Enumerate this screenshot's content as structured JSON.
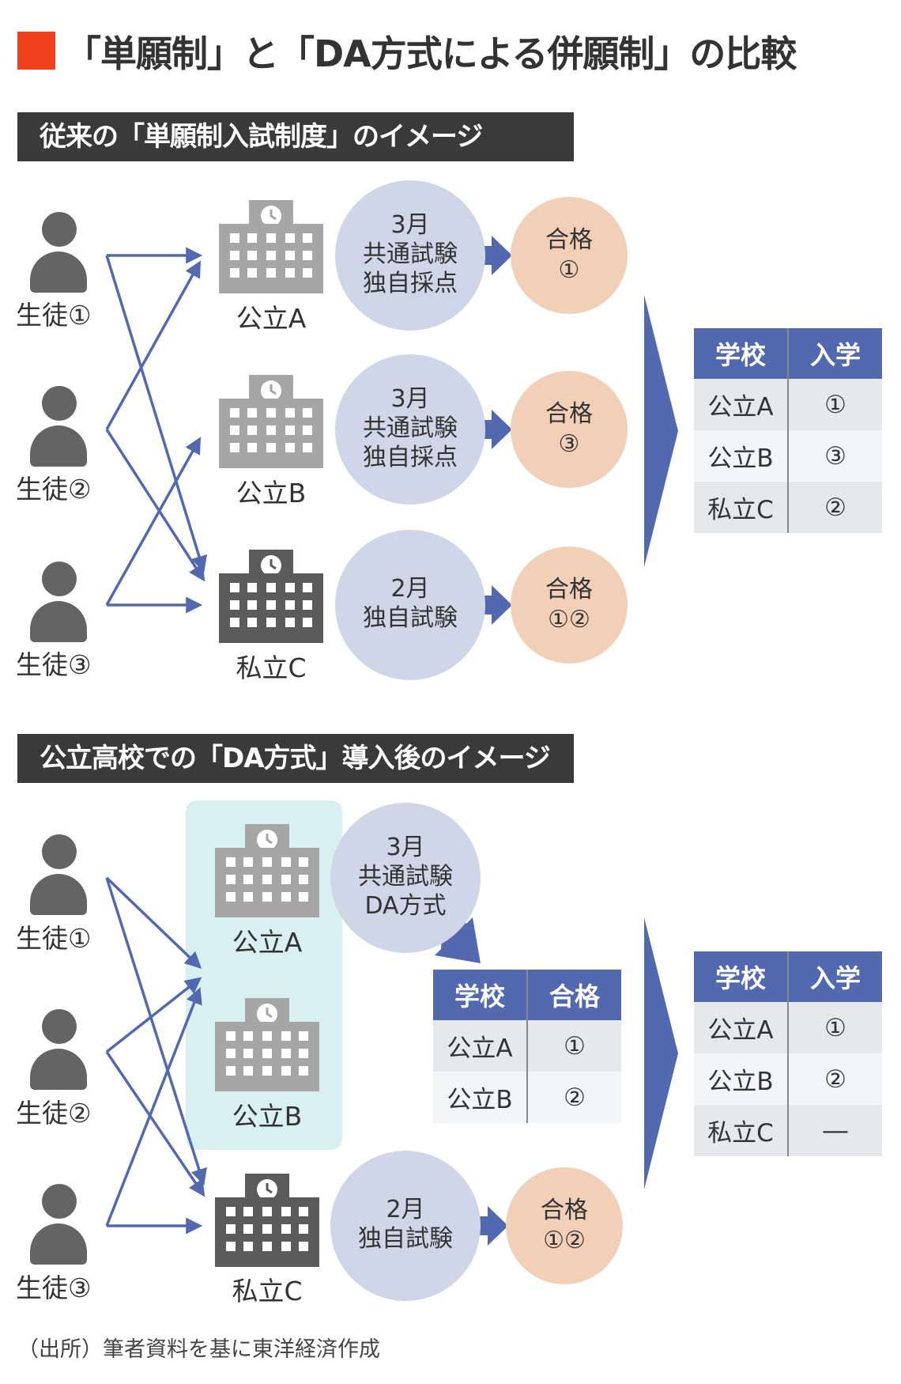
{
  "title": "「単願制」と「DA方式による併願制」の比較",
  "section1": {
    "label": "従来の「単願制入試制度」のイメージ",
    "students": [
      "生徒①",
      "生徒②",
      "生徒③"
    ],
    "schools": [
      "公立A",
      "公立B",
      "私立C"
    ],
    "exams": [
      [
        "3月",
        "共通試験",
        "独自採点"
      ],
      [
        "3月",
        "共通試験",
        "独自採点"
      ],
      [
        "2月",
        "独自試験"
      ]
    ],
    "passes": [
      [
        "合格",
        "①"
      ],
      [
        "合格",
        "③"
      ],
      [
        "合格",
        "①②"
      ]
    ],
    "result_table": {
      "headers": [
        "学校",
        "入学"
      ],
      "rows": [
        [
          "公立A",
          "①"
        ],
        [
          "公立B",
          "③"
        ],
        [
          "私立C",
          "②"
        ]
      ]
    }
  },
  "section2": {
    "label": "公立高校での「DA方式」導入後のイメージ",
    "students": [
      "生徒①",
      "生徒②",
      "生徒③"
    ],
    "schools": [
      "公立A",
      "公立B",
      "私立C"
    ],
    "exams": [
      [
        "3月",
        "共通試験",
        "DA方式"
      ],
      [
        "2月",
        "独自試験"
      ]
    ],
    "passes": [
      [
        "合格",
        "①②"
      ]
    ],
    "pass_table": {
      "headers": [
        "学校",
        "合格"
      ],
      "rows": [
        [
          "公立A",
          "①"
        ],
        [
          "公立B",
          "②"
        ]
      ]
    },
    "result_table": {
      "headers": [
        "学校",
        "入学"
      ],
      "rows": [
        [
          "公立A",
          "①"
        ],
        [
          "公立B",
          "②"
        ],
        [
          "私立C",
          "―"
        ]
      ]
    }
  },
  "source": "（出所）筆者資料を基に東洋経済作成",
  "colors": {
    "accent": "#f0421c",
    "section_bar": "#3a3a3a",
    "arrow": "#5269b0",
    "exam_circle": "#cfd6e7",
    "pass_circle": "#f2d0b8",
    "public_building": "#a6a6a6",
    "private_building": "#5b5b5b",
    "public_group_box": "#d9f0f3"
  },
  "icons": [
    "person-icon",
    "school-building-icon",
    "clock-icon",
    "arrow-icon"
  ]
}
